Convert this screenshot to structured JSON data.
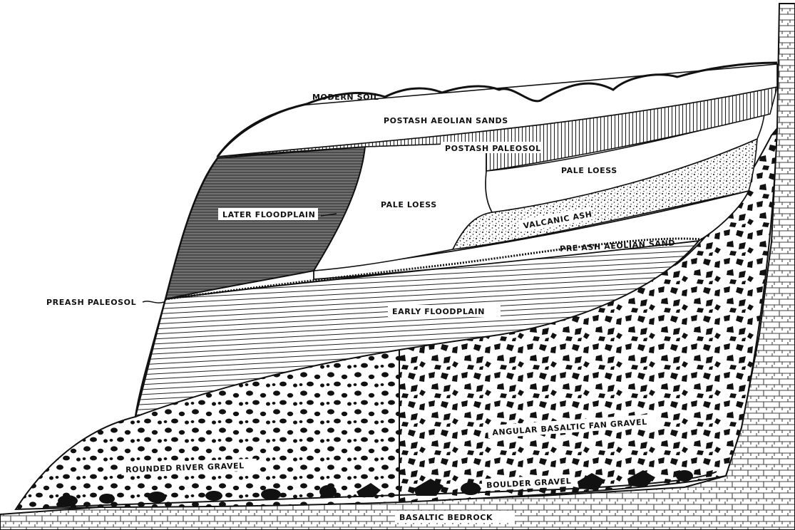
{
  "labels": {
    "modern_soil": "MODERN SOIL",
    "postash_aeolian_sands": "POSTASH AEOLIAN SANDS",
    "postash_paleosol": "POSTASH PALEOSOL",
    "pale_loess_upper": "PALE LOESS",
    "pale_loess_lower": "PALE LOESS",
    "later_floodplain": "LATER FLOODPLAIN",
    "volcanic_ash": "VALCANIC ASH",
    "preash_aeolian_sand": "PRE ASH AEOLIAN SAND",
    "preash_paleosol": "PREASH PALEOSOL",
    "early_floodplain": "EARLY FLOODPLAIN",
    "angular_basaltic_fan_gravel": "ANGULAR BASALTIC FAN GRAVEL",
    "rounded_river_gravel": "ROUNDED RIVER GRAVEL",
    "boulder_gravel": "BOULDER GRAVEL",
    "basaltic_bedrock": "BASALTIC BEDROCK"
  },
  "colors": {
    "ink": "#111111",
    "paper": "#ffffff",
    "bedrock_line": "#444444",
    "later_floodplain": "#6a6a6a"
  }
}
